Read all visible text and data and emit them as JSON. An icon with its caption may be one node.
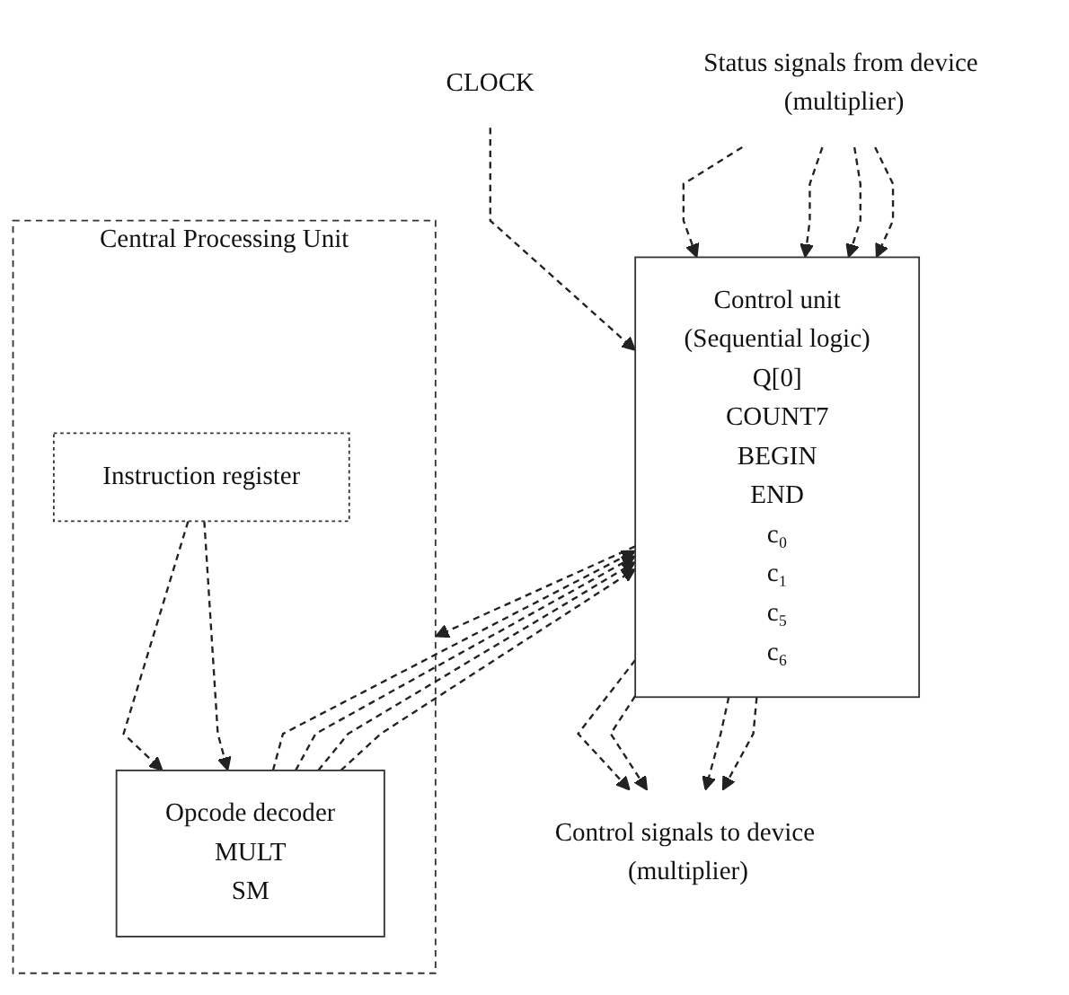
{
  "diagram": {
    "nodes": [
      {
        "text": [
          "CLOCK"
        ]
      },
      {
        "text": [
          "Control unit",
          "(Sequential logic)",
          "Q[0]",
          "COUNT7",
          "BEGIN",
          "END",
          "c₀",
          "c₁",
          "c₅",
          "c₆"
        ]
      },
      {
        "text": [
          "Status signals from device (multiplier)"
        ]
      },
      {
        "text": [
          "Control signals to device (multiplier)"
        ]
      },
      {
        "text": [
          "Central Processing Unit"
        ]
      },
      {
        "text": [
          "Opcode decoder",
          "MULT",
          "SM"
        ],
        "in": 4
      },
      {
        "text": [
          "Instruction register"
        ],
        "in": 4
      }
    ],
    "edges": [
      {
        "from": 0,
        "to": 1,
        "arrow": "to",
        "style": "dashed"
      },
      {
        "from": 2,
        "to": 1,
        "arrow": "to",
        "style": "dashed"
      },
      {
        "from": 2,
        "to": 1,
        "arrow": "to",
        "style": "dashed"
      },
      {
        "from": 2,
        "to": 1,
        "arrow": "to",
        "style": "dashed"
      },
      {
        "from": 2,
        "to": 1,
        "arrow": "to",
        "style": "dashed"
      },
      {
        "from": 1,
        "to": 3,
        "arrow": "to",
        "style": "dashed"
      },
      {
        "from": 1,
        "to": 3,
        "arrow": "to",
        "style": "dashed"
      },
      {
        "from": 1,
        "to": 3,
        "arrow": "to",
        "style": "dashed"
      },
      {
        "from": 1,
        "to": 3,
        "arrow": "to",
        "style": "dashed"
      },
      {
        "from": 1,
        "to": 4,
        "arrow": "to",
        "style": "dashed"
      },
      {
        "from": 5,
        "to": 1,
        "arrow": "to",
        "style": "dashed"
      },
      {
        "from": 5,
        "to": 1,
        "arrow": "to",
        "style": "dashed"
      },
      {
        "from": 5,
        "to": 1,
        "arrow": "to",
        "style": "dashed"
      },
      {
        "from": 5,
        "to": 1,
        "arrow": "to",
        "style": "dashed"
      },
      {
        "from": 6,
        "to": 5,
        "arrow": "to",
        "style": "dashed"
      },
      {
        "from": 6,
        "to": 5,
        "arrow": "to",
        "style": "dashed"
      }
    ]
  }
}
